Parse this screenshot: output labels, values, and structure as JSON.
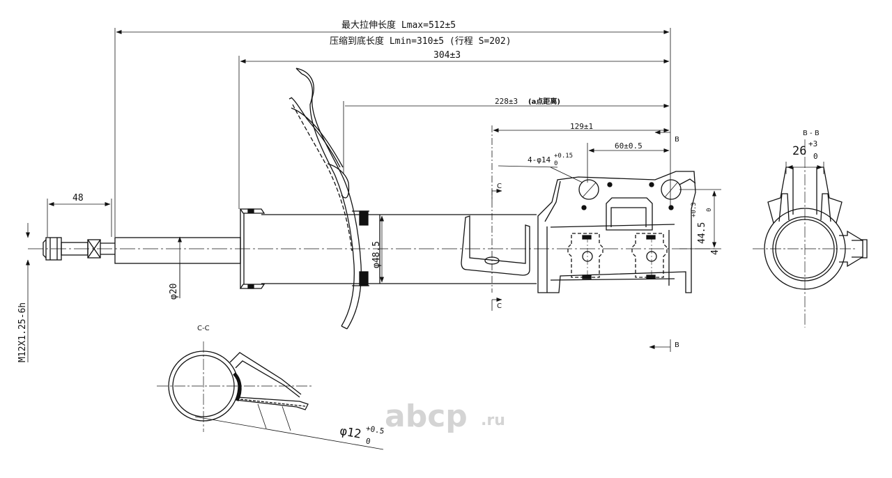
{
  "dimensions": {
    "lmax": "最大拉伸长度 Lmax=512±5",
    "lmin": "压缩到底长度 Lmin=310±5  (行程 S=202)",
    "d304": "304±3",
    "d228": "228±3",
    "d228_note": "(a点距离)",
    "d129": "129±1",
    "d60": "60±0.5",
    "d48": "48",
    "d20": "φ20",
    "d48_5": "φ48.5",
    "d44_5": "44.5",
    "d44_5_tol_upper": "+0.3",
    "d44_5_tol_lower": "0",
    "d4": "4",
    "thread": "M12X1.25-6h",
    "holes": "4-φ14",
    "holes_tol_upper": "+0.15",
    "holes_tol_lower": "0",
    "d12": "φ12",
    "d12_tol_upper": "+0.5",
    "d12_tol_lower": "0",
    "d26": "26",
    "d26_tol_upper": "+3",
    "d26_tol_lower": "0"
  },
  "section_labels": {
    "bb_title": "B - B",
    "cc_title": "C-C",
    "c_top": "C",
    "c_bottom": "C",
    "b_top": "B",
    "b_bottom": "B"
  },
  "watermark": {
    "brand": "abcp",
    "tld": ".ru"
  }
}
